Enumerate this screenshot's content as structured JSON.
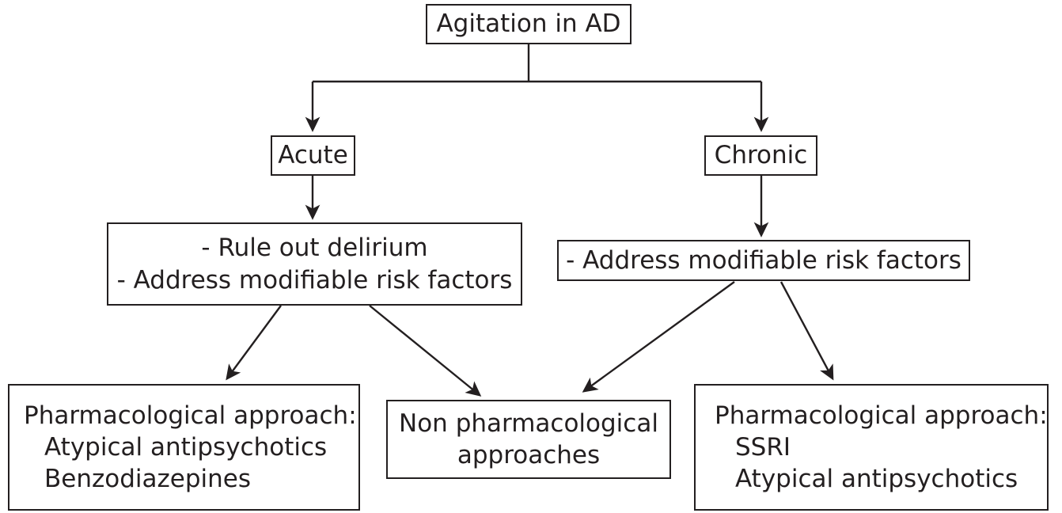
{
  "diagram": {
    "title": "Agitation in AD treatment approach flowchart",
    "stroke_color": "#231f20",
    "background_color": "#ffffff",
    "nodes": {
      "root": {
        "lines": [
          "Agitation in AD"
        ]
      },
      "acute": {
        "lines": [
          "Acute"
        ]
      },
      "chronic": {
        "lines": [
          "Chronic"
        ]
      },
      "acute_actions": {
        "lines": [
          "- Rule out delirium",
          "- Address modifiable risk factors"
        ]
      },
      "chronic_actions": {
        "lines": [
          "- Address modifiable risk factors"
        ]
      },
      "pharm_acute": {
        "lines": [
          "Pharmacological approach:",
          "Atypical antipsychotics",
          "Benzodiazepines"
        ]
      },
      "nonpharm": {
        "lines": [
          "Non pharmacological",
          "approaches"
        ]
      },
      "pharm_chronic": {
        "lines": [
          "Pharmacological approach:",
          "SSRI",
          "Atypical antipsychotics"
        ]
      }
    },
    "edges": [
      {
        "name": "root-to-acute",
        "from": "root",
        "to": "acute",
        "style": "orthogonal-arrow"
      },
      {
        "name": "root-to-chronic",
        "from": "root",
        "to": "chronic",
        "style": "orthogonal-arrow"
      },
      {
        "name": "acute-to-acute-actions",
        "from": "acute",
        "to": "acute_actions",
        "style": "straight-arrow"
      },
      {
        "name": "chronic-to-chronic-actions",
        "from": "chronic",
        "to": "chronic_actions",
        "style": "straight-arrow"
      },
      {
        "name": "acute-actions-to-pharm-acute",
        "from": "acute_actions",
        "to": "pharm_acute",
        "style": "diagonal-arrow"
      },
      {
        "name": "acute-actions-to-nonpharm",
        "from": "acute_actions",
        "to": "nonpharm",
        "style": "diagonal-arrow"
      },
      {
        "name": "chronic-actions-to-nonpharm",
        "from": "chronic_actions",
        "to": "nonpharm",
        "style": "diagonal-arrow"
      },
      {
        "name": "chronic-actions-to-pharm-chronic",
        "from": "chronic_actions",
        "to": "pharm_chronic",
        "style": "diagonal-arrow"
      }
    ]
  }
}
